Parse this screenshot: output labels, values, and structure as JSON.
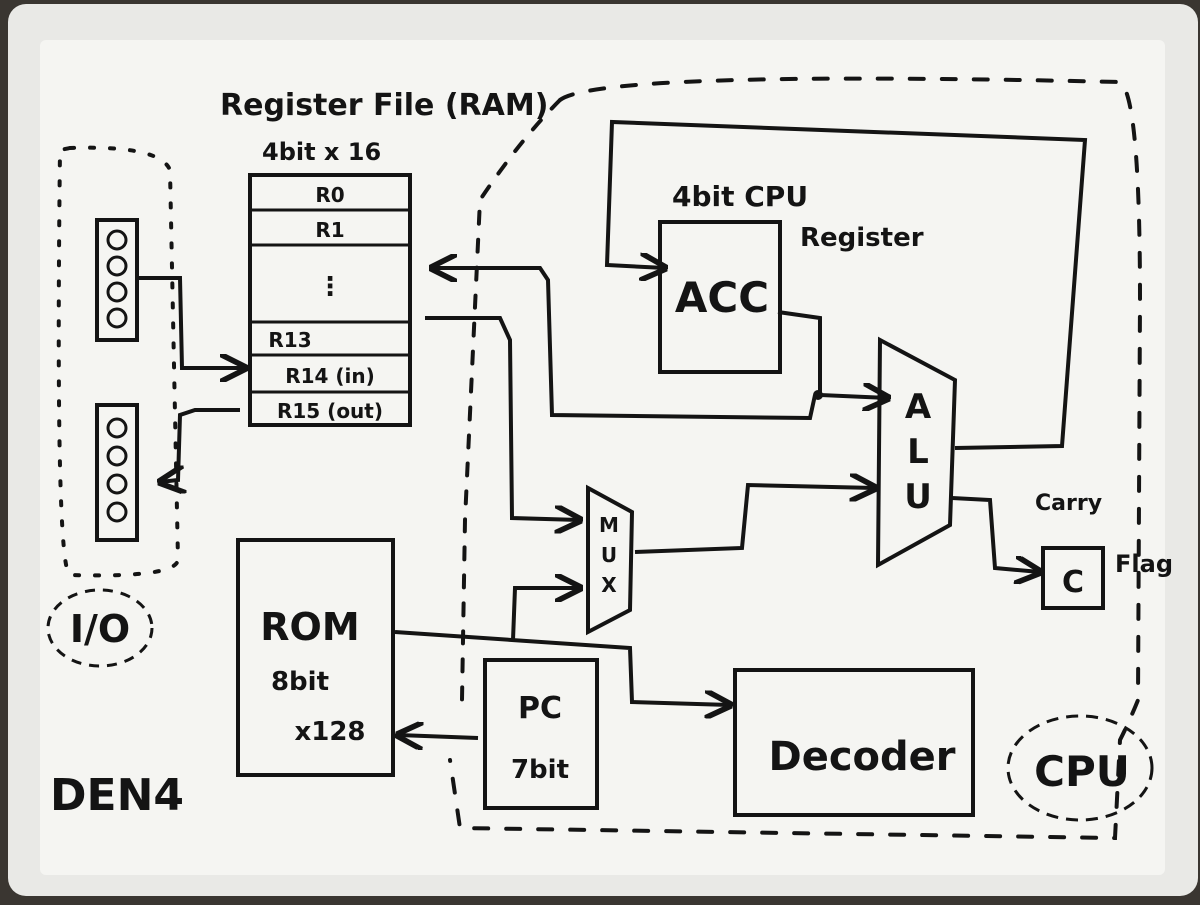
{
  "labels": {
    "register_file_title": "Register File (RAM)",
    "register_file_size": "4bit x 16",
    "registers": [
      "R0",
      "R1",
      "⋮",
      "R13",
      "R14 (in)",
      "R15 (out)"
    ],
    "cpu_register_title_line1": "4bit CPU",
    "cpu_register_title_line2": "Register",
    "acc": "ACC",
    "alu": [
      "A",
      "L",
      "U"
    ],
    "mux": [
      "M",
      "U",
      "X"
    ],
    "carry_line1": "Carry",
    "carry_line2": "Flag",
    "carry_box": "C",
    "rom_line1": "ROM",
    "rom_line2": "8bit",
    "rom_line3": "x128",
    "pc_line1": "PC",
    "pc_line2": "7bit",
    "decoder": "Decoder",
    "io_label": "I/O",
    "cpu_label": "CPU",
    "board_title": "DEN4"
  },
  "colors": {
    "board": "#f5f5f2",
    "frame": "#e9e9e6",
    "ink": "#141414",
    "background": "#3a3631"
  },
  "icons": {
    "led": "circle",
    "switch": "circle"
  }
}
